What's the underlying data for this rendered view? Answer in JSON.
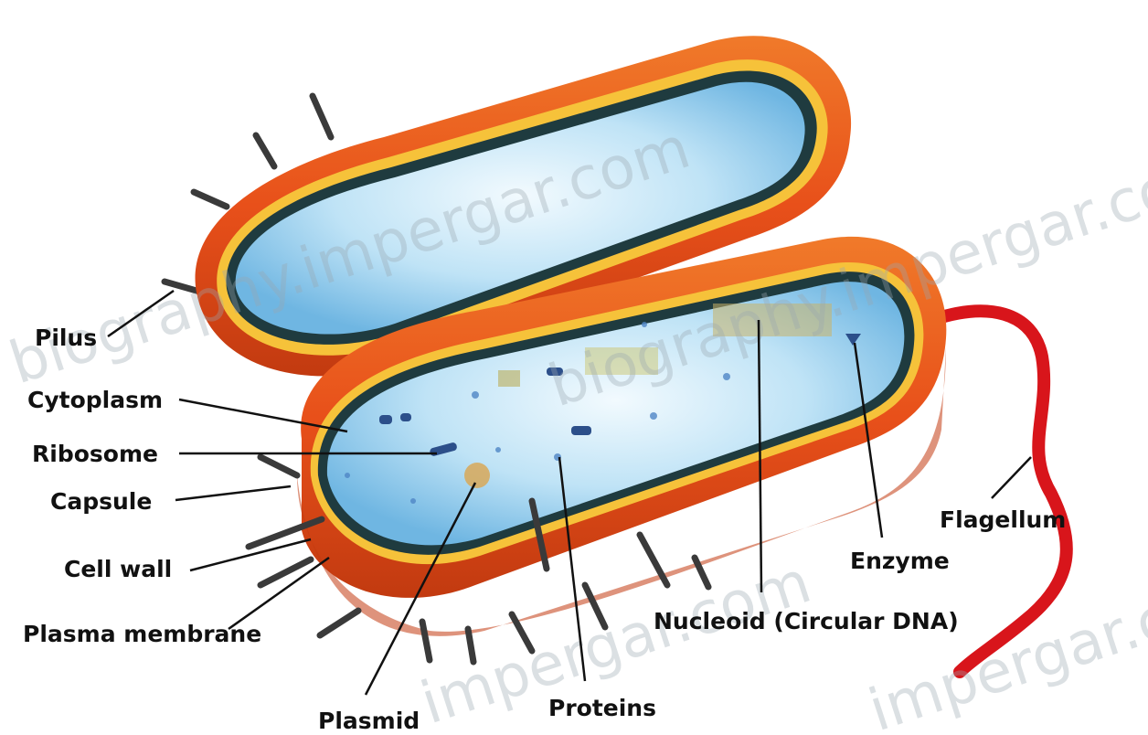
{
  "labels": {
    "pilus": "Pilus",
    "cytoplasm": "Cytoplasm",
    "ribosome": "Ribosome",
    "capsule": "Capsule",
    "cell_wall": "Cell wall",
    "plasma_membrane": "Plasma membrane",
    "plasmid": "Plasmid",
    "proteins": "Proteins",
    "nucleoid": "Nucleoid (Circular DNA)",
    "enzyme": "Enzyme",
    "flagellum": "Flagellum"
  },
  "watermark": {
    "text_1": "biography.impergar.com",
    "text_2": "biography.impergar.com",
    "text_3": "impergar.com",
    "text_4": "impergar.com"
  },
  "colors": {
    "capsule": "#e8501a",
    "capsule_dark": "#c23a10",
    "cell_wall": "#f6c23a",
    "membrane": "#1f3b3f",
    "cytoplasm": "#9fd2f0",
    "cytoplasm_light": "#e6f4fc",
    "flagellum": "#d8151b",
    "pili": "#3a3a3a"
  }
}
